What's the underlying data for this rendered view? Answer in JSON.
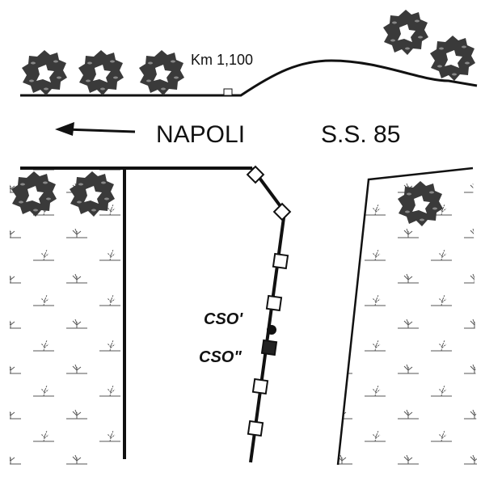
{
  "labels": {
    "km": "Km 1,100",
    "direction": "NAPOLI",
    "road": "S.S. 85",
    "cso1": "CSO'",
    "cso2": "CSO\""
  },
  "colors": {
    "ink": "#111111",
    "tree": "#3a3a3a",
    "grass": "#555555"
  }
}
